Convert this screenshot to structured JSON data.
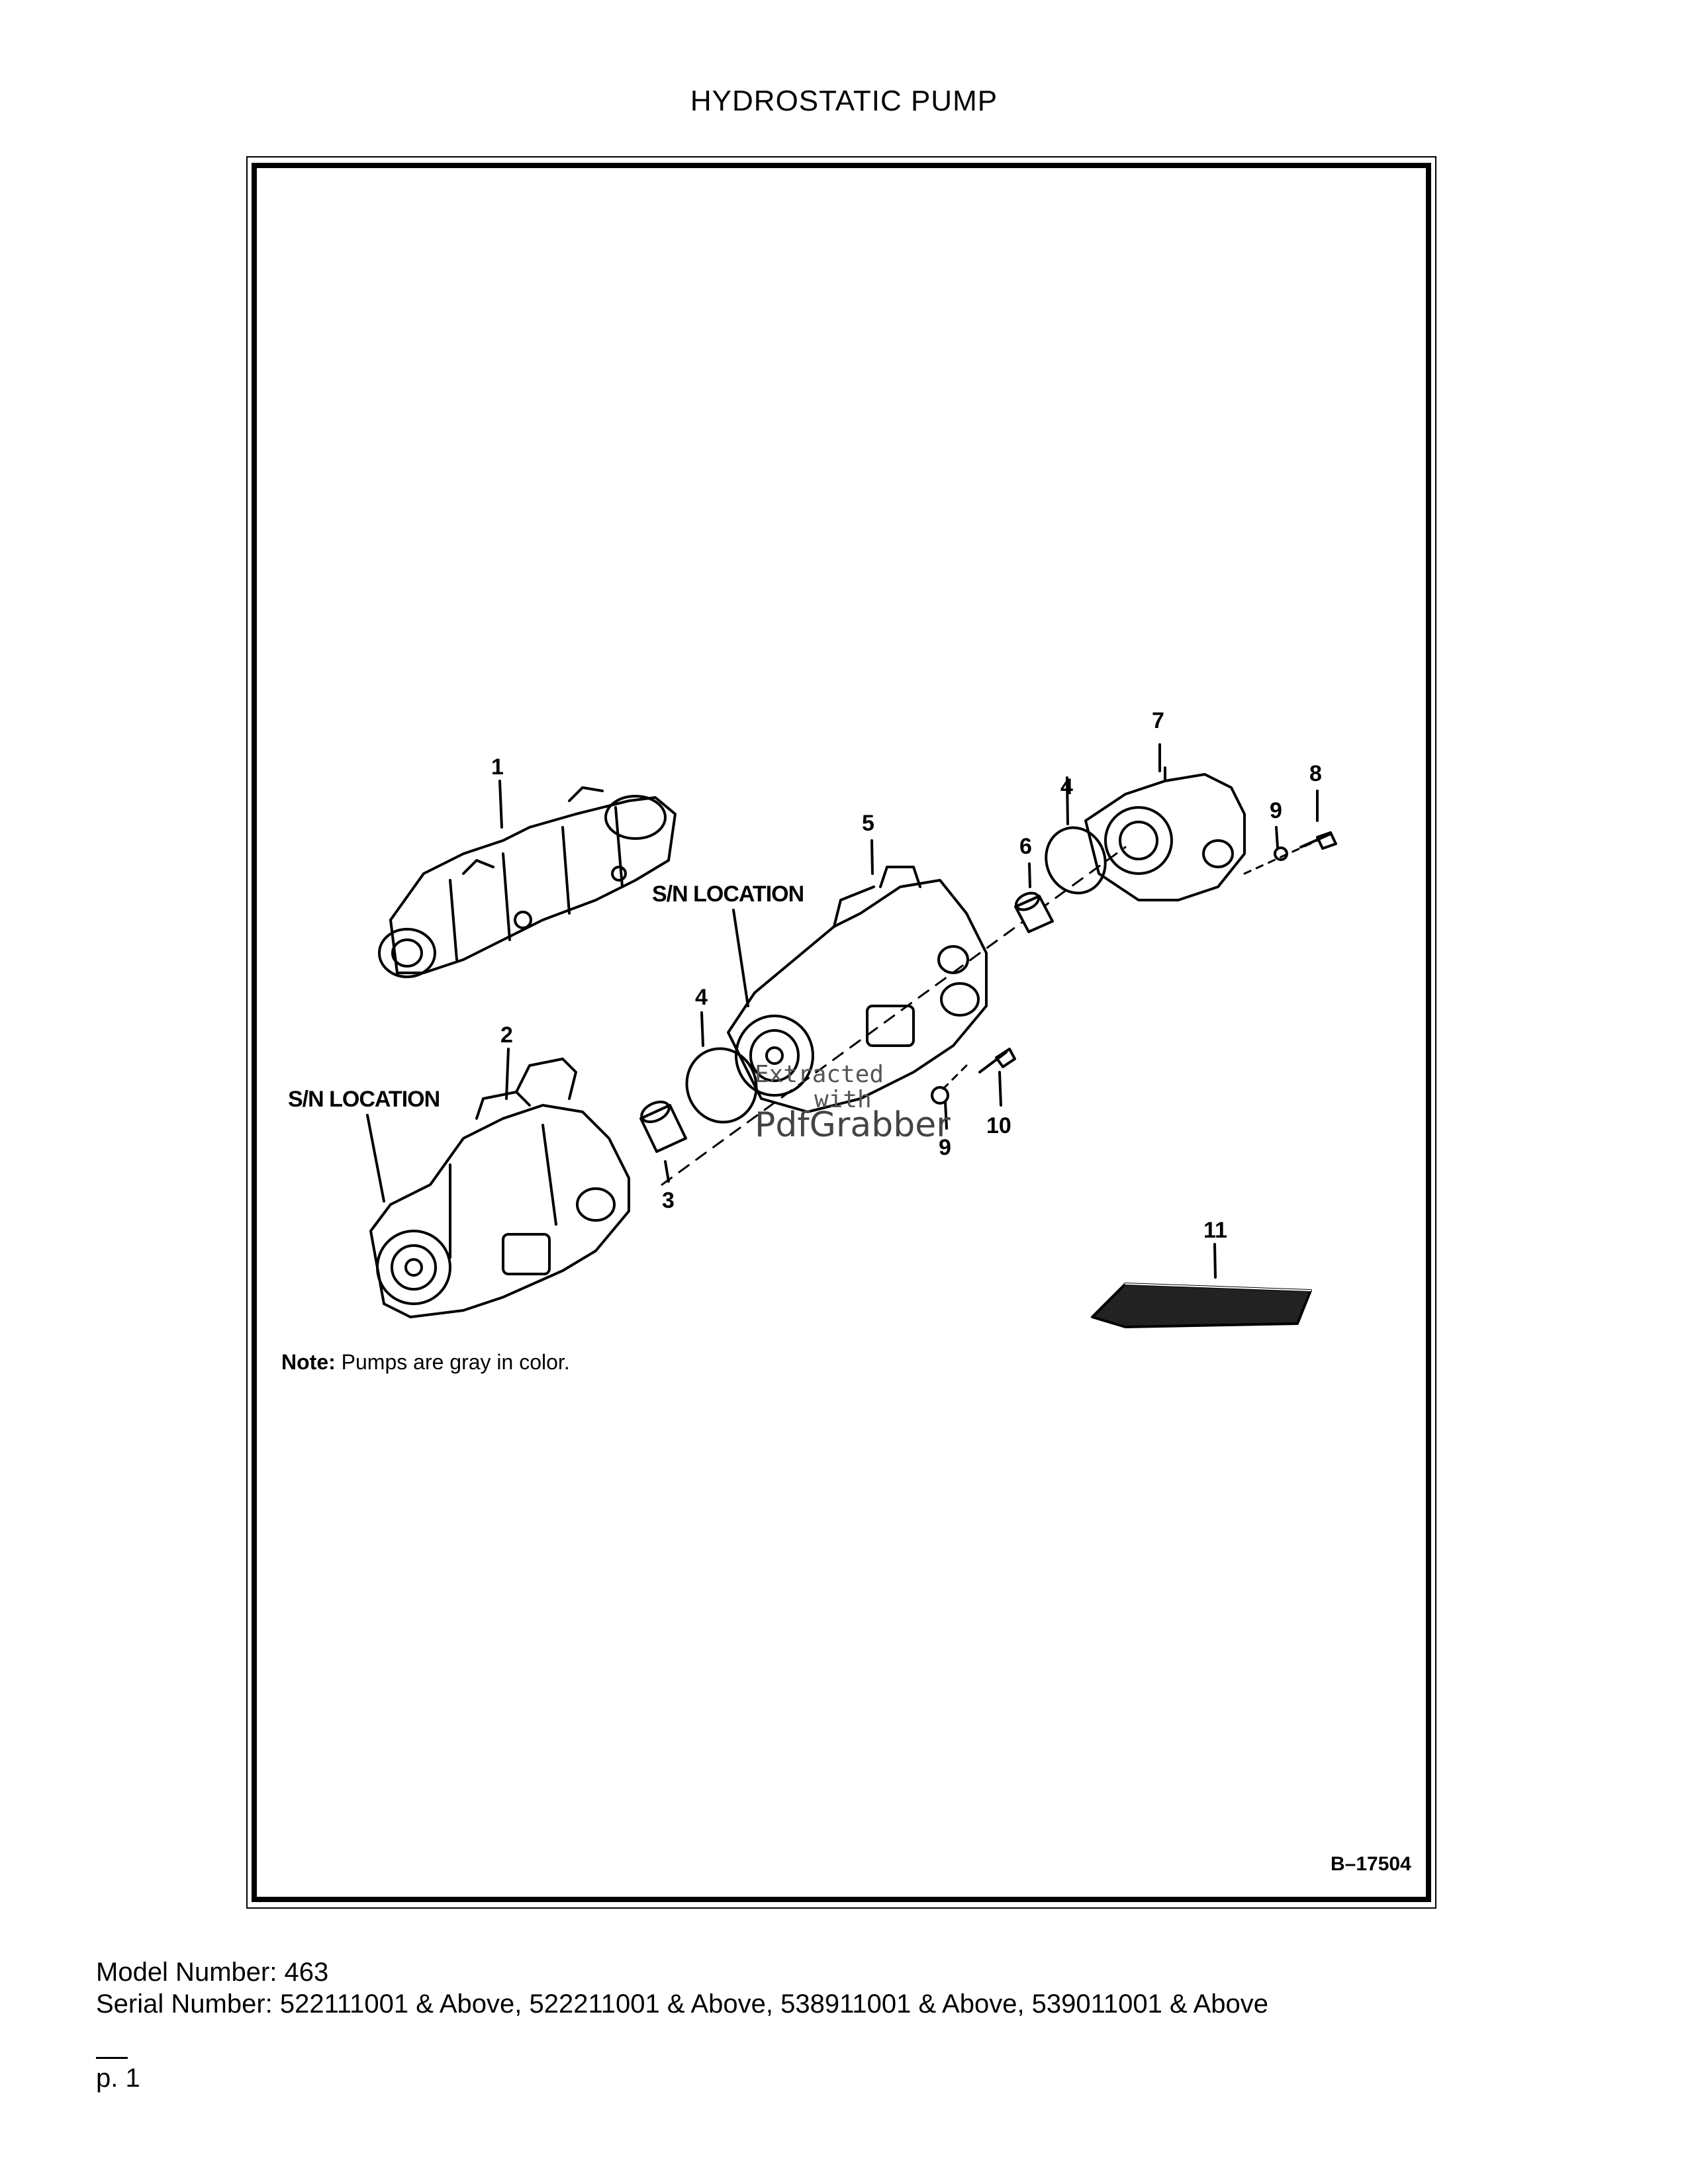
{
  "document": {
    "title": "HYDROSTATIC PUMP",
    "note_label": "Note:",
    "note_text": " Pumps are gray in color.",
    "figure_id": "B–17504",
    "callouts": [
      "1",
      "2",
      "3",
      "4",
      "4",
      "5",
      "6",
      "7",
      "8",
      "9",
      "9",
      "10",
      "11"
    ],
    "sn_location": "S/N LOCATION",
    "watermark_line1": "Extracted",
    "watermark_line2": "with",
    "watermark_line3": "PdfGrabber"
  },
  "footer": {
    "model": "Model Number: 463",
    "serial": "Serial Number: 522111001 & Above, 522211001 & Above, 538911001 & Above, 539011001 & Above",
    "page": "p. 1"
  }
}
